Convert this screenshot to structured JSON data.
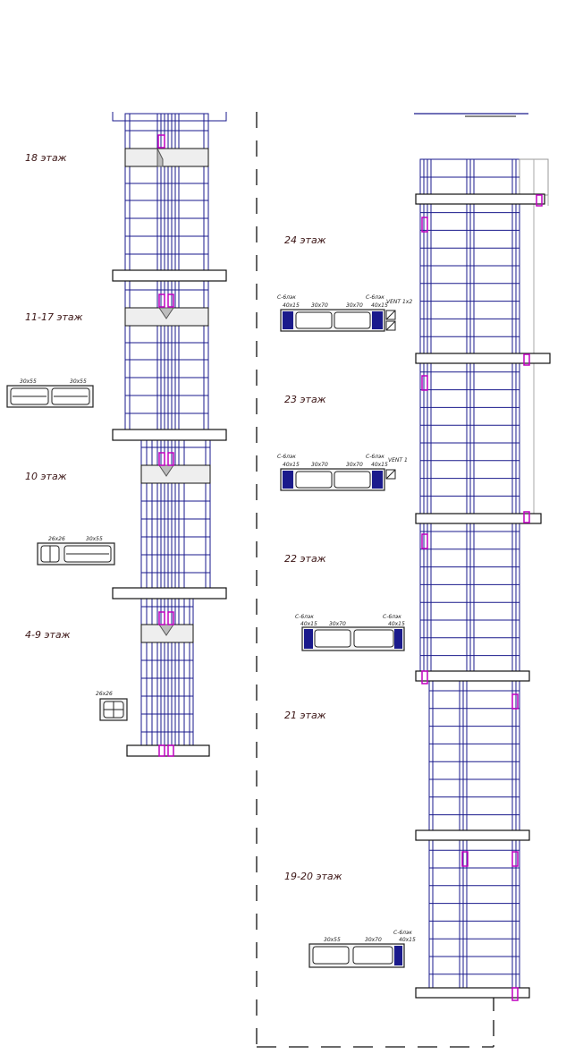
{
  "floors_left": [
    {
      "label": "18 этаж"
    },
    {
      "label": "11-17 этаж"
    },
    {
      "label": "10 этаж"
    },
    {
      "label": "4-9 этаж"
    }
  ],
  "floors_right": [
    {
      "label": "24 этаж"
    },
    {
      "label": "23 этаж"
    },
    {
      "label": "22 этаж"
    },
    {
      "label": "21 этаж"
    },
    {
      "label": "19-20 этаж"
    }
  ],
  "sections_left": [
    {
      "a": "30x55",
      "b": "30x55"
    },
    {
      "a": "26x26",
      "b": "30x55"
    },
    {
      "a": "26x26"
    }
  ],
  "sections_right": [
    {
      "c1": "С-6лэк",
      "c1s": "40x15",
      "a": "30x70",
      "b": "30x70",
      "c2": "С-6лэк",
      "c2s": "40x15",
      "vent": "VENT 1x2"
    },
    {
      "c1": "С-6лэк",
      "c1s": "40x15",
      "a": "30x70",
      "b": "30x70",
      "c2": "С-6лэк",
      "c2s": "40x15",
      "vent": "VENT 1"
    },
    {
      "c1": "С-6лэк",
      "c1s": "40x15",
      "a": "30x70",
      "c2": "С-6лэк",
      "c2s": "40x15"
    },
    {
      "a": "30x55",
      "b": "30x70",
      "c2": "С-6лэк",
      "c2s": "40x15"
    }
  ],
  "colors": {
    "line": "#1a1a8c",
    "frame": "#111111",
    "magenta": "#c000c0",
    "label": "#3a1414"
  }
}
